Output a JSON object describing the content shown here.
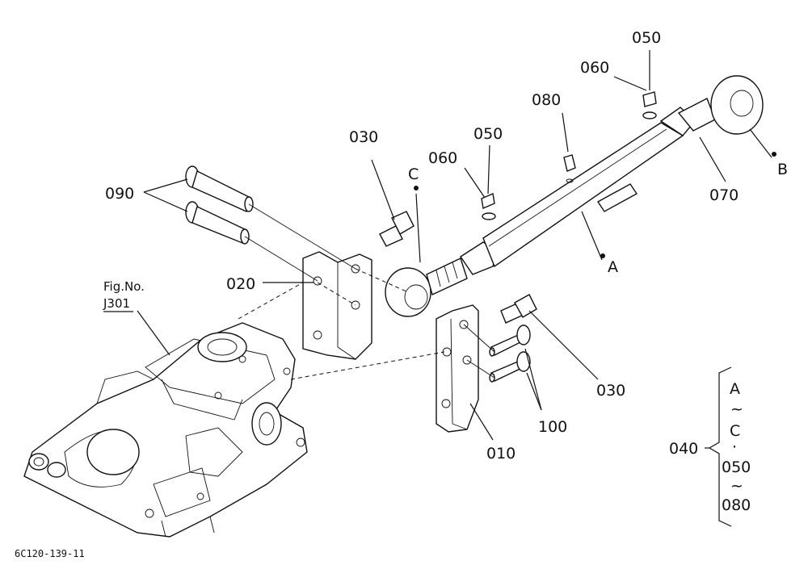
{
  "figure": {
    "reference_label_line1": "Fig.No.",
    "reference_label_line2": "J301",
    "drawing_code": "6C120-139-11"
  },
  "callouts": {
    "p010": "010",
    "p020": "020",
    "p030_top": "030",
    "p030_right": "030",
    "p040": "040",
    "p050_top": "050",
    "p050_mid": "050",
    "p060_top": "060",
    "p060_mid": "060",
    "p070": "070",
    "p080": "080",
    "p090": "090",
    "p100": "100",
    "point_a": "A",
    "point_b": "B",
    "point_c": "C"
  },
  "bracket_group": {
    "line1": "A",
    "tilde1": "~",
    "line2": "C",
    "dot": "·",
    "line3": "050",
    "tilde2": "~",
    "line4": "080"
  }
}
